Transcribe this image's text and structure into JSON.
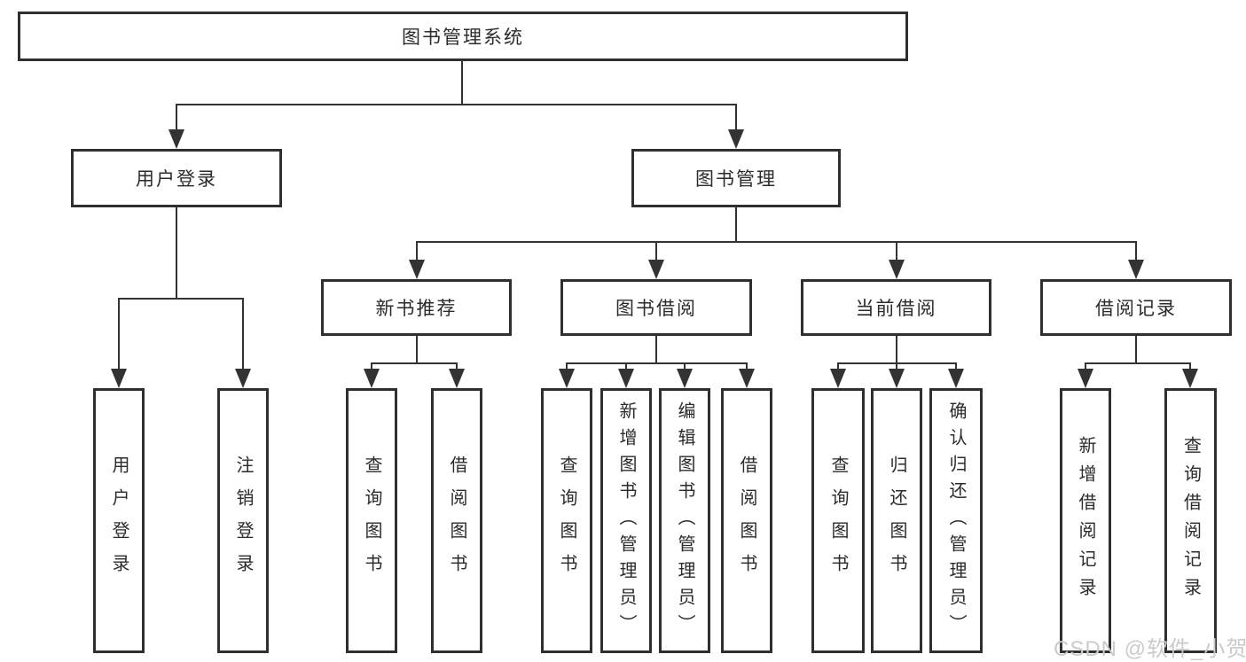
{
  "hierarchy": {
    "label": "图书管理系统",
    "children": [
      {
        "label": "用户登录",
        "children": [
          {
            "label": "用户登录"
          },
          {
            "label": "注销登录"
          }
        ]
      },
      {
        "label": "图书管理",
        "children": [
          {
            "label": "新书推荐",
            "children": [
              {
                "label": "查询图书"
              },
              {
                "label": "借阅图书"
              }
            ]
          },
          {
            "label": "图书借阅",
            "children": [
              {
                "label": "查询图书"
              },
              {
                "label": "新增图书（管理员）"
              },
              {
                "label": "编辑图书（管理员）"
              },
              {
                "label": "借阅图书"
              }
            ]
          },
          {
            "label": "当前借阅",
            "children": [
              {
                "label": "查询图书"
              },
              {
                "label": "归还图书"
              },
              {
                "label": "确认归还（管理员）"
              }
            ]
          },
          {
            "label": "借阅记录",
            "children": [
              {
                "label": "新增借阅记录"
              },
              {
                "label": "查询借阅记录"
              }
            ]
          }
        ]
      }
    ]
  },
  "watermark": {
    "text": "CSDN @软件_小贺同学",
    "color": "#cbcbcb"
  },
  "colors": {
    "background": "#ffffff",
    "box_border": "#2f2f2f",
    "connector_line": "#333333",
    "text": "#2b2b2b",
    "watermark": "#cbcbcb"
  }
}
